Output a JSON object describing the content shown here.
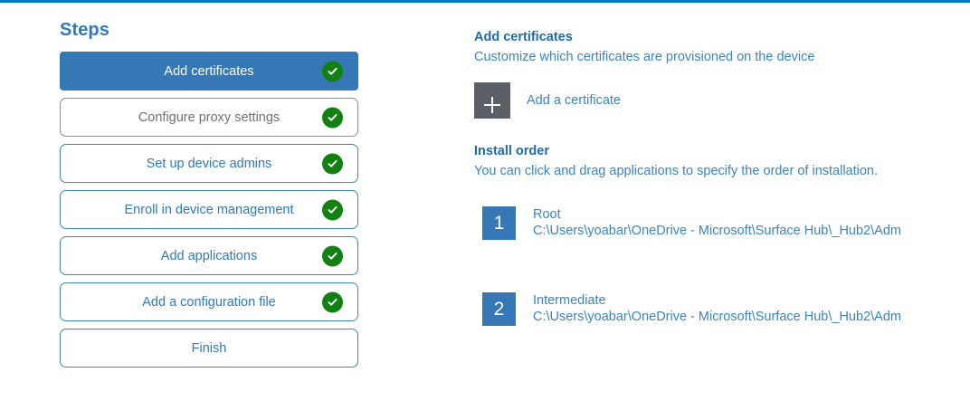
{
  "accent": {
    "top_rule": "#0078bd",
    "primary_blue": "#3578b5",
    "heading_blue": "#1f6bb0",
    "body_blue": "#3b84c4",
    "check_green": "#128012",
    "tile_gray": "#5a6066",
    "muted_gray": "#707070"
  },
  "steps": {
    "heading": "Steps",
    "items": [
      {
        "label": "Add certificates",
        "state": "selected",
        "complete": true
      },
      {
        "label": "Configure proxy settings",
        "state": "muted",
        "complete": true
      },
      {
        "label": "Set up device admins",
        "state": "normal",
        "complete": true
      },
      {
        "label": "Enroll in device management",
        "state": "normal",
        "complete": true
      },
      {
        "label": "Add applications",
        "state": "normal",
        "complete": true
      },
      {
        "label": "Add a configuration file",
        "state": "normal",
        "complete": true
      },
      {
        "label": "Finish",
        "state": "normal",
        "complete": false
      }
    ],
    "check_icon": "check-circle-icon"
  },
  "detail": {
    "title": "Add certificates",
    "subtitle": "Customize which certificates are provisioned on the device",
    "add_certificate": {
      "icon": "plus-icon",
      "label": "Add a certificate"
    },
    "install_order": {
      "title": "Install order",
      "subtitle": "You can click and drag applications to specify the order of installation.",
      "items": [
        {
          "number": "1",
          "name": "Root",
          "path": "C:\\Users\\yoabar\\OneDrive - Microsoft\\Surface Hub\\_Hub2\\Adm"
        },
        {
          "number": "2",
          "name": "Intermediate",
          "path": "C:\\Users\\yoabar\\OneDrive - Microsoft\\Surface Hub\\_Hub2\\Adm"
        }
      ]
    }
  }
}
